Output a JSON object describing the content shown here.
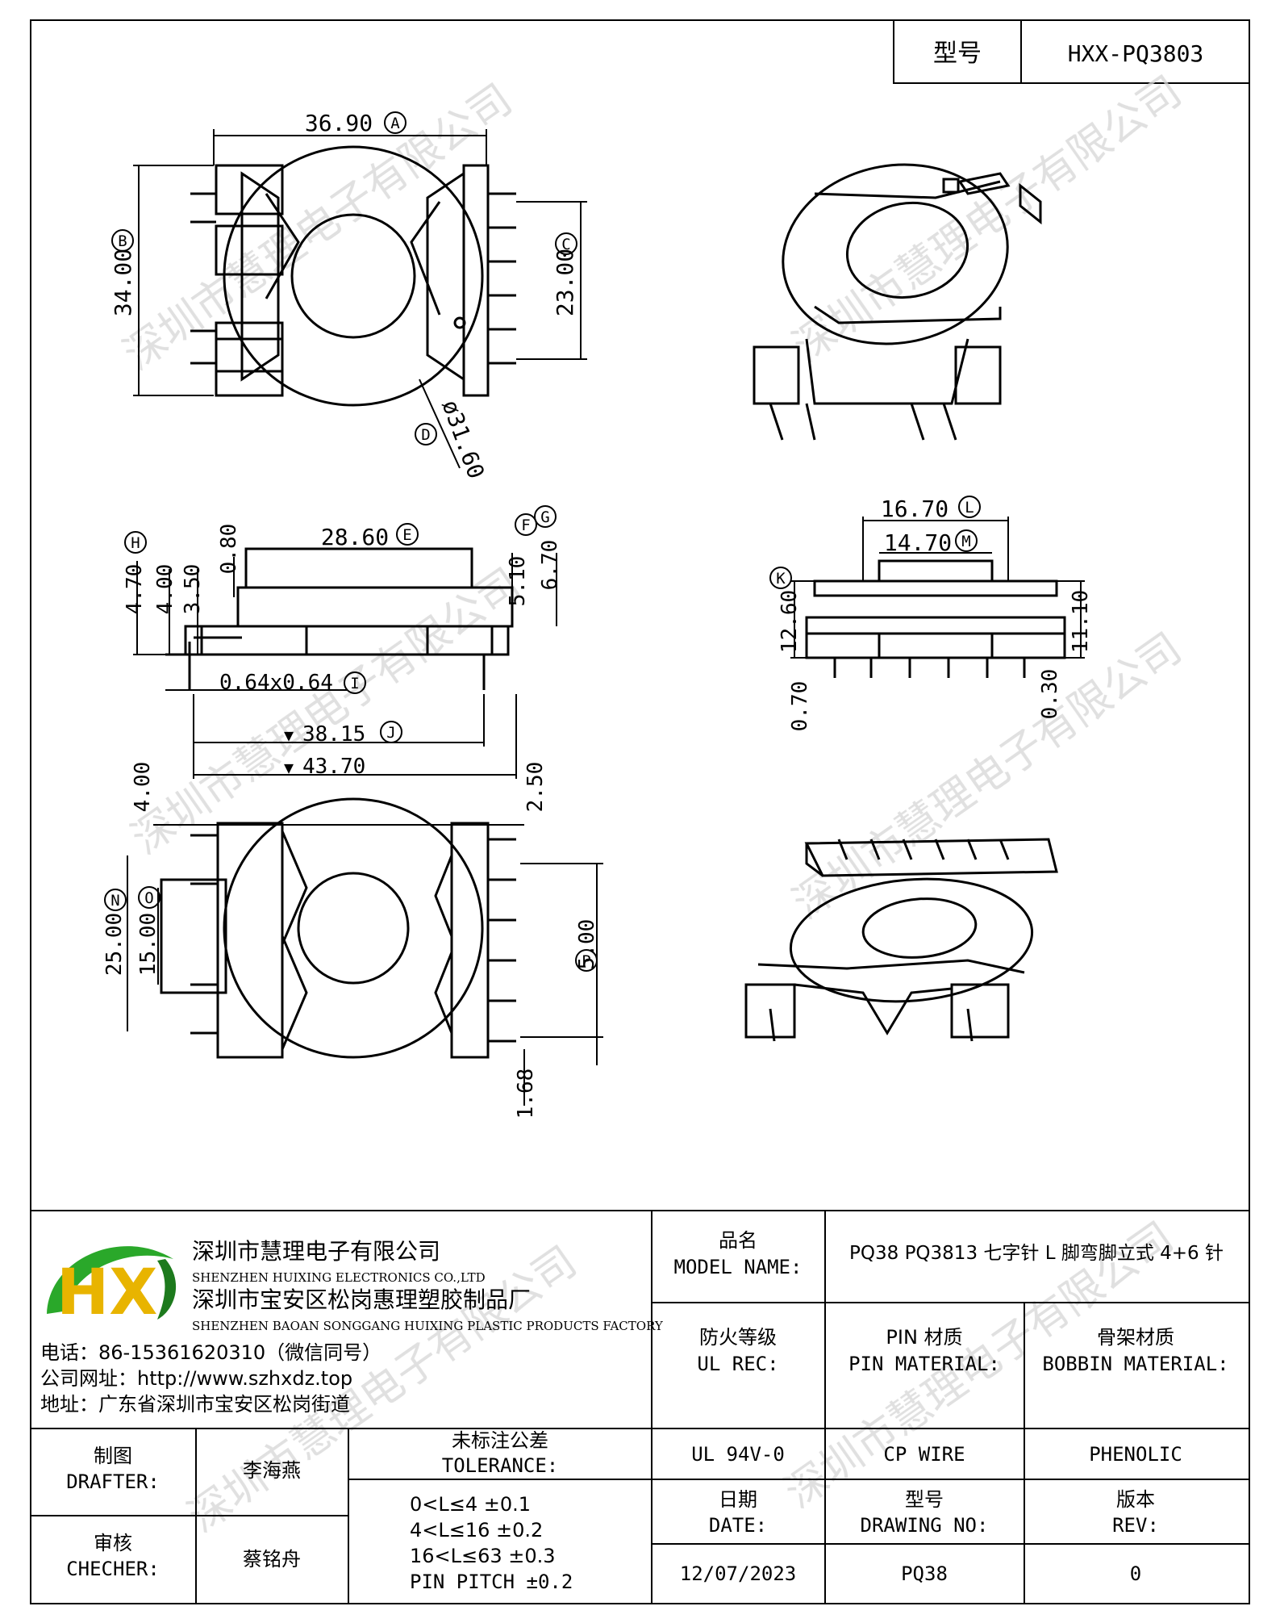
{
  "header": {
    "model_label": "型号",
    "model_value": "HXX-PQ3803"
  },
  "dims": {
    "A": "36.90",
    "B": "34.00",
    "C": "23.00",
    "D": "ø31.60",
    "E": "28.60",
    "F": "5.10",
    "G": "6.70",
    "H": "4.70",
    "h400": "4.00",
    "h350": "3.50",
    "h080": "0.80",
    "pin": "0.64x0.64",
    "J": "38.15",
    "w4370": "43.70",
    "L": "16.70",
    "M": "14.70",
    "K": "12.60",
    "d1110": "11.10",
    "d070": "0.70",
    "d030": "0.30",
    "b400": "4.00",
    "b250": "2.50",
    "N": "25.00",
    "O": "15.00",
    "P": "5.00",
    "b168": "1.68"
  },
  "callouts": [
    "A",
    "B",
    "C",
    "D",
    "E",
    "F",
    "G",
    "H",
    "I",
    "J",
    "K",
    "L",
    "M",
    "N",
    "O",
    "P"
  ],
  "company": {
    "name_cn": "深圳市慧理电子有限公司",
    "name_en": "SHENZHEN HUIXING ELECTRONICS CO.,LTD",
    "factory_cn": "深圳市宝安区松岗惠理塑胶制品厂",
    "factory_en": "SHENZHEN BAOAN SONGGANG HUIXING PLASTIC PRODUCTS FACTORY",
    "phone": "电话：86-15361620310（微信同号）",
    "website": "公司网址：http://www.szhxdz.top",
    "address": "地址：广东省深圳市宝安区松岗街道",
    "logo_letters": "HX"
  },
  "watermark": "深圳市慧理电子有限公司",
  "titleblock": {
    "model_name_cn": "品名",
    "model_name_en": "MODEL NAME:",
    "model_name_value": "PQ38 PQ3813 七字针 L 脚弯脚立式 4+6 针",
    "ul_cn": "防火等级",
    "ul_en": "UL REC:",
    "pin_mat_cn": "PIN 材质",
    "pin_mat_en": "PIN MATERIAL:",
    "bobbin_cn": "骨架材质",
    "bobbin_en": "BOBBIN MATERIAL:",
    "ul_value": "UL 94V-0",
    "pin_value": "CP WIRE",
    "bobbin_value": "PHENOLIC",
    "drafter_cn": "制图",
    "drafter_en": "DRAFTER:",
    "drafter_name": "李海燕",
    "checker_cn": "审核",
    "checker_en": "CHECHER:",
    "checker_name": "蔡铭舟",
    "tol_cn": "未标注公差",
    "tol_en": "TOLERANCE:",
    "tol_lines": [
      "0<L≤4   ±0.1",
      "4<L≤16  ±0.2",
      "16<L≤63  ±0.3",
      "PIN PITCH  ±0.2"
    ],
    "date_cn": "日期",
    "date_en": "DATE:",
    "dwg_cn": "型号",
    "dwg_en": "DRAWING NO:",
    "rev_cn": "版本",
    "rev_en": "REV:",
    "date_value": "12/07/2023",
    "dwg_value": "PQ38",
    "rev_value": "0"
  }
}
